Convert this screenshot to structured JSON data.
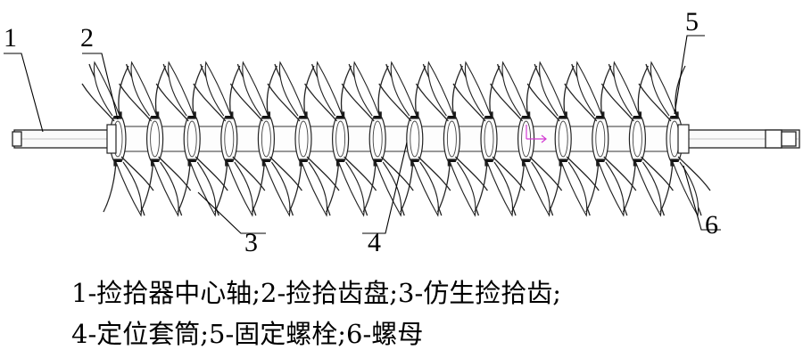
{
  "figure": {
    "callouts": [
      {
        "id": "1",
        "label": "1"
      },
      {
        "id": "2",
        "label": "2"
      },
      {
        "id": "3",
        "label": "3"
      },
      {
        "id": "4",
        "label": "4"
      },
      {
        "id": "5",
        "label": "5"
      },
      {
        "id": "6",
        "label": "6"
      }
    ],
    "tooth_groups": 16
  },
  "caption": {
    "line1": "1-捡拾器中心轴;2-捡拾齿盘;3-仿生捡拾齿;",
    "line2": "4-定位套筒;5-固定螺栓;6-螺母"
  }
}
